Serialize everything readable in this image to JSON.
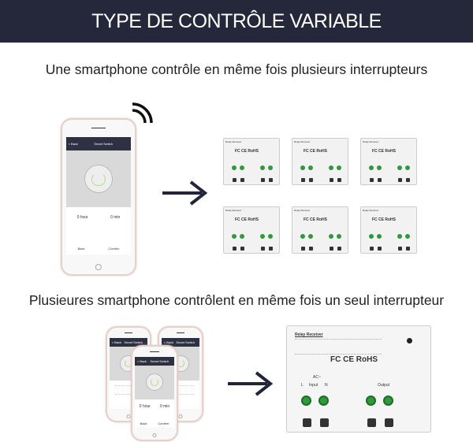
{
  "header": {
    "title": "TYPE DE CONTRÔLE VARIABLE"
  },
  "section1": {
    "caption": "Une smartphone contrôle en même fois plusieurs interrupteurs"
  },
  "section2": {
    "caption": "Plusieures smartphone contrôlent en même fois un seul interrupteur"
  },
  "phone_app": {
    "back": "< Back",
    "title": "Smart Switch",
    "hour": "0 hour",
    "min": "0 min",
    "back_btn": "Back",
    "confirm_btn": "Confirm"
  },
  "relay": {
    "title": "Relay Receiver",
    "certs": "FC CE RoHS",
    "input": "Input",
    "output": "Output",
    "ac": "AC~",
    "l": "L",
    "n": "N"
  },
  "colors": {
    "header_bg": "#25273a",
    "terminal": "#2e9a3a",
    "arrow": "#22253a"
  },
  "icons": [
    "wifi-icon",
    "arrow-right-icon",
    "power-icon"
  ]
}
